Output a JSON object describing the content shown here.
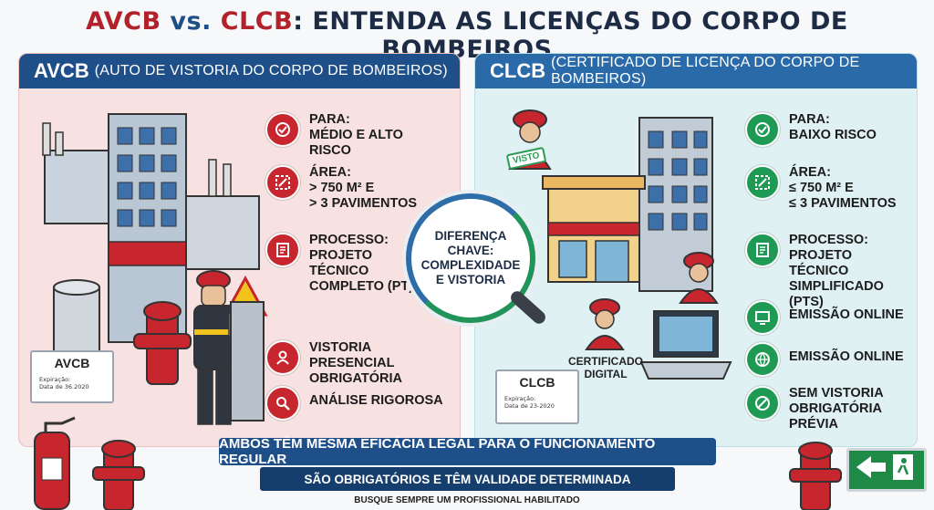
{
  "title": {
    "part1": "AVCB",
    "vs": " vs. ",
    "part2": "CLCB",
    "rest": ": ENTENDA AS LICENÇAS DO CORPO DE BOMBEIROS"
  },
  "avcb": {
    "abbr": "AVCB",
    "full": "(AUTO DE VISTORIA DO CORPO DE BOMBEIROS)",
    "items": [
      {
        "label": "PARA:",
        "value": "MÉDIO E ALTO RISCO",
        "icon": "check-icon"
      },
      {
        "label": "ÁREA:",
        "value": "> 750 m² E\n> 3 PAVIMENTOS",
        "icon": "area-icon"
      },
      {
        "label": "PROCESSO:",
        "value": "PROJETO\nTÉCNICO\nCOMPLETO (PT)",
        "icon": "document-icon"
      },
      {
        "label": "VISTORIA PRESENCIAL",
        "value": "OBRIGATÓRIA",
        "icon": "inspector-icon"
      },
      {
        "label": "ANÁLISE RIGOROSA",
        "value": "",
        "icon": "magnifier-icon"
      }
    ],
    "certificate": {
      "title": "AVCB",
      "line1": "Expiração:",
      "line2": "Data de 36.2020"
    }
  },
  "clcb": {
    "abbr": "CLCB",
    "full": "(CERTIFICADO DE LICENÇA DO CORPO DE BOMBEIROS)",
    "items": [
      {
        "label": "PARA:",
        "value": "BAIXO RISCO",
        "icon": "check-icon"
      },
      {
        "label": "ÁREA:",
        "value": "≤ 750 m² E\n≤ 3 PAVIMENTOS",
        "icon": "area-icon"
      },
      {
        "label": "PROCESSO:",
        "value": "PROJETO TÉCNICO\nSIMPLIFICADO (PTS)",
        "icon": "document-icon"
      },
      {
        "label": "EMISSÃO ONLINE",
        "value": "",
        "icon": "monitor-icon"
      },
      {
        "label": "EMISSÃO ONLINE",
        "value": "",
        "icon": "globe-icon"
      },
      {
        "label": "SEM VISTORIA",
        "value": "OBRIGATÓRIA PRÉVIA",
        "icon": "no-icon"
      }
    ],
    "certificate": {
      "title": "CLCB",
      "line1": "Expiração:",
      "line2": "Data de 23-2020"
    },
    "digital_caption": "CERTIFICADO\nDIGITAL",
    "stamp": "VISTO"
  },
  "center": {
    "text": "DIFERENÇA\nCHAVE:\nCOMPLEXIDADE\nE VISTORIA"
  },
  "banner": {
    "line1": "AMBOS TÊM MESMA EFICÁCIA LEGAL PARA O FUNCIONAMENTO REGULAR",
    "line2": "SÃO OBRIGATÓRIOS E TÊM VALIDADE DETERMINADA"
  },
  "footnote": "BUSQUE SEMPRE UM PROFISSIONAL HABILITADO",
  "colors": {
    "red": "#c7262e",
    "navy": "#1f4f88",
    "green": "#1f9a55"
  }
}
